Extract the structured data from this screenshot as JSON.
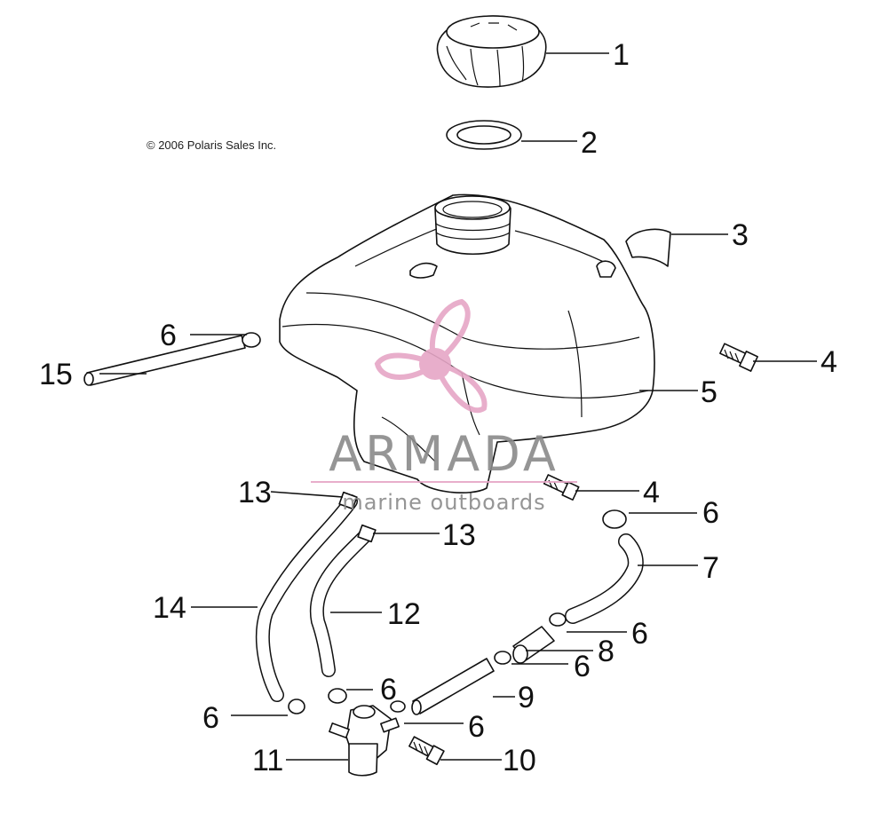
{
  "copyright": "© 2006 Polaris Sales Inc.",
  "watermark": {
    "brand": "ARMADA",
    "tagline": "marine outboards",
    "logo_icon": "propeller-icon",
    "logo_color": "#e6a6c6",
    "text_color": "#8a8a8a"
  },
  "callouts": [
    {
      "id": "cap",
      "label": "1"
    },
    {
      "id": "gasket",
      "label": "2"
    },
    {
      "id": "pad",
      "label": "3"
    },
    {
      "id": "bolt-right",
      "label": "4"
    },
    {
      "id": "tank",
      "label": "5"
    },
    {
      "id": "clamp-left",
      "label": "6"
    },
    {
      "id": "clamp-right-top",
      "label": "6"
    },
    {
      "id": "clamp-mid-a",
      "label": "6"
    },
    {
      "id": "clamp-mid-b",
      "label": "6"
    },
    {
      "id": "clamp-bottom-mid",
      "label": "6"
    },
    {
      "id": "clamp-bottom-right",
      "label": "6"
    },
    {
      "id": "clamp-bottom-left",
      "label": "6"
    },
    {
      "id": "hose-7",
      "label": "7"
    },
    {
      "id": "filter",
      "label": "8"
    },
    {
      "id": "hose-9",
      "label": "9"
    },
    {
      "id": "bolt-valve",
      "label": "10"
    },
    {
      "id": "valve",
      "label": "11"
    },
    {
      "id": "hose-12",
      "label": "12"
    },
    {
      "id": "clamp-13-top",
      "label": "13"
    },
    {
      "id": "clamp-13-lower",
      "label": "13"
    },
    {
      "id": "hose-14",
      "label": "14"
    },
    {
      "id": "hose-15",
      "label": "15"
    },
    {
      "id": "bolt-lower",
      "label": "4"
    }
  ]
}
